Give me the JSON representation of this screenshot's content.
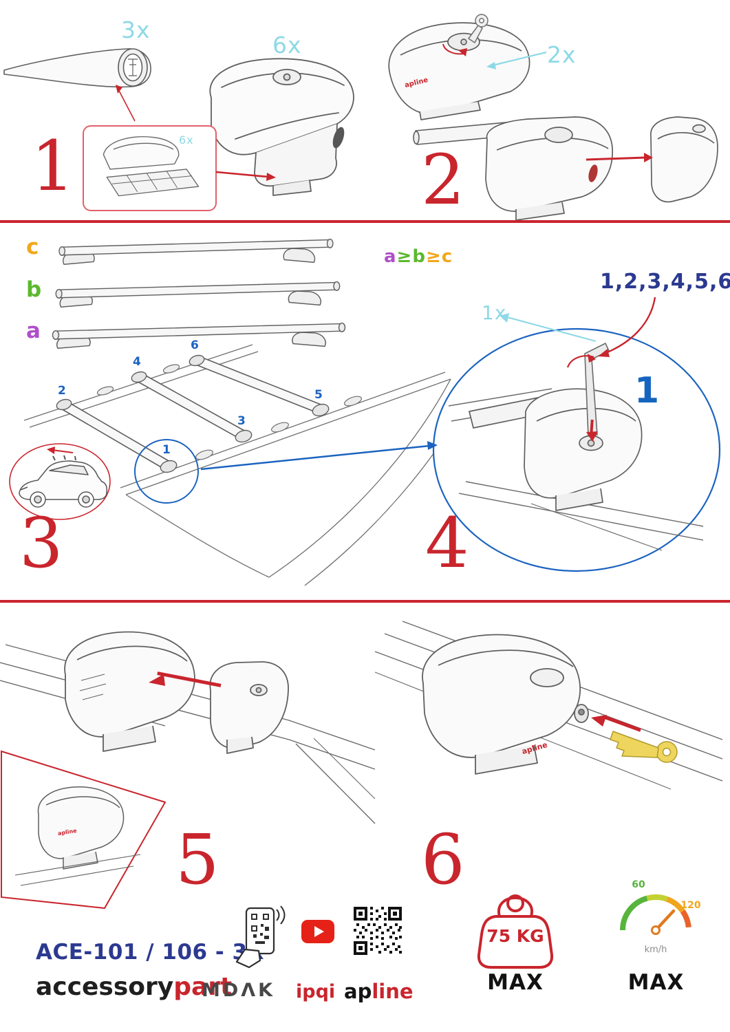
{
  "colors": {
    "accent_red": "#c9252d",
    "cyan": "#8ed9e6",
    "blue": "#1b63c0",
    "dark_blue": "#2b3990",
    "purple": "#b04fc8",
    "green": "#5cb82e",
    "orange": "#f2a71b",
    "key_yellow": "#eed65e"
  },
  "step1": {
    "number": "1",
    "bar_qty": "3x",
    "foot_qty": "6x",
    "pad_qty": "6x"
  },
  "step2": {
    "number": "2",
    "key_qty": "2x"
  },
  "step3": {
    "number": "3",
    "label_c": "c",
    "label_b": "b",
    "label_a": "a",
    "order": {
      "a": "a",
      "geq1": "≥",
      "b": "b",
      "geq2": "≥",
      "c": "c"
    },
    "bar_numbers": [
      "1",
      "2",
      "3",
      "4",
      "5",
      "6"
    ]
  },
  "step4": {
    "number": "4",
    "tool_qty": "1x",
    "sequence": "1,2,3,4,5,6",
    "highlight": "1"
  },
  "step5": {
    "number": "5"
  },
  "step6": {
    "number": "6"
  },
  "brand_mark": "apline",
  "footer": {
    "model": "ACE-101 / 106 - 3X",
    "brand_black": "accessory",
    "brand_red": "part",
    "mdak": "MDΛK",
    "ipqi": "ipqi",
    "apline_black": "ap",
    "apline_red": "line",
    "weight_value": "75 KG",
    "weight_max": "MAX",
    "speed_low": "60",
    "speed_high": "120",
    "speed_unit": "km/h",
    "speed_max": "MAX"
  }
}
